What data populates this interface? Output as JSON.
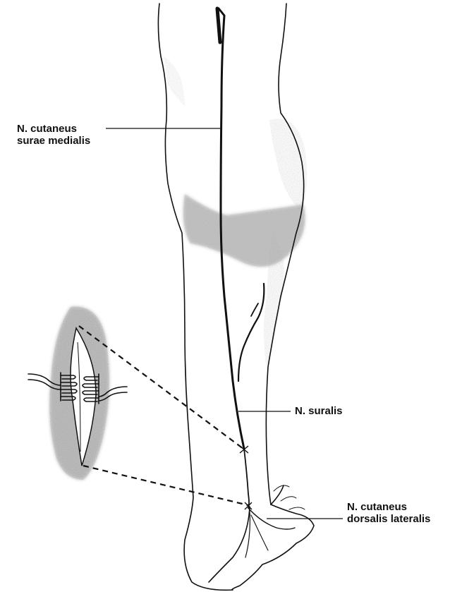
{
  "labels": {
    "medial_sural_line1": "N. cutaneus",
    "medial_sural_line2": "surae medialis",
    "sural": "N. suralis",
    "lateral_dorsal_line1": "N. cutaneus",
    "lateral_dorsal_line2": "dorsalis lateralis"
  },
  "colors": {
    "ink": "#111111",
    "shading": "#8a8a8a",
    "background": "#ffffff"
  }
}
